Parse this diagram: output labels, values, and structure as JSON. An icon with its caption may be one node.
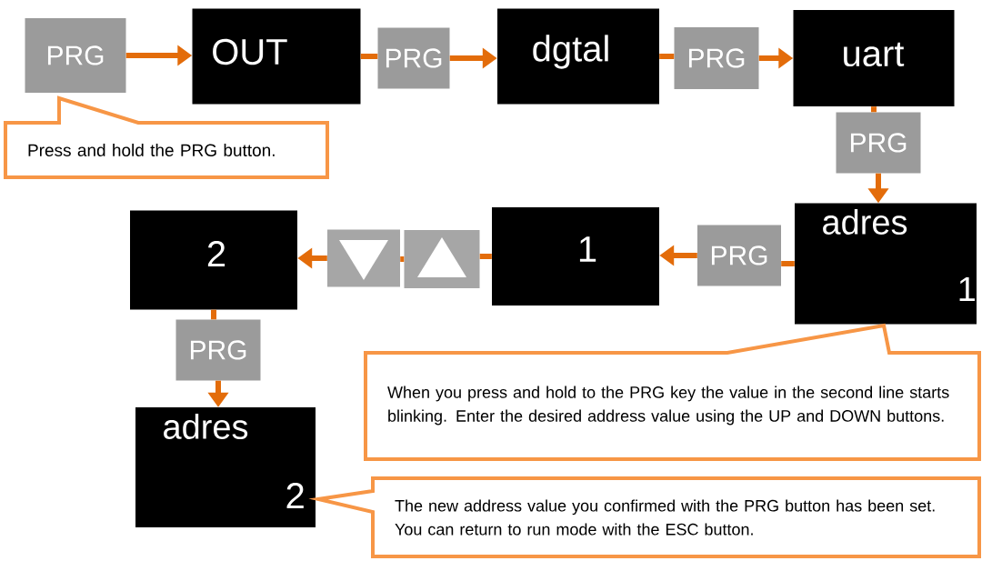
{
  "diagram": {
    "nodes": [
      {
        "text": [
          "PRG"
        ]
      },
      {
        "text": [
          "OUT"
        ]
      },
      {
        "text": [
          "PRG"
        ]
      },
      {
        "text": [
          "dgtal"
        ]
      },
      {
        "text": [
          "PRG"
        ]
      },
      {
        "text": [
          "uart"
        ]
      },
      {
        "text": [
          "PRG"
        ]
      },
      {
        "text": [
          "adres",
          "1"
        ]
      },
      {
        "text": [
          "PRG"
        ]
      },
      {
        "text": [
          "1"
        ]
      },
      {
        "text": [],
        "shape": "box"
      },
      {
        "text": [],
        "shape": "box"
      },
      {
        "text": [
          "2"
        ]
      },
      {
        "text": [
          "PRG"
        ]
      },
      {
        "text": [
          "adres",
          "2"
        ]
      },
      {
        "text": [
          "Press and hold the PRG button."
        ]
      },
      {
        "text": [
          "When you press and hold to the PRG key the value in the second line starts blinking. Enter the desired address value using the UP and DOWN buttons."
        ]
      },
      {
        "text": [
          "The new address value you confirmed with the PRG button has been set. You can return to run mode with the ESC button."
        ]
      }
    ],
    "edges": [
      {
        "from": 0,
        "to": 1,
        "arrow": "to"
      },
      {
        "from": 1,
        "to": 2,
        "arrow": "none"
      },
      {
        "from": 2,
        "to": 3,
        "arrow": "to"
      },
      {
        "from": 3,
        "to": 4,
        "arrow": "none"
      },
      {
        "from": 4,
        "to": 5,
        "arrow": "to"
      },
      {
        "from": 5,
        "to": 6,
        "arrow": "none"
      },
      {
        "from": 6,
        "to": 7,
        "arrow": "to"
      },
      {
        "from": 7,
        "to": 8,
        "arrow": "none"
      },
      {
        "from": 8,
        "to": 9,
        "arrow": "to"
      },
      {
        "from": 9,
        "to": 11,
        "arrow": "none"
      },
      {
        "from": 11,
        "to": 10,
        "arrow": "none"
      },
      {
        "from": 10,
        "to": 12,
        "arrow": "to"
      },
      {
        "from": 12,
        "to": 13,
        "arrow": "none"
      },
      {
        "from": 13,
        "to": 14,
        "arrow": "to"
      }
    ]
  }
}
